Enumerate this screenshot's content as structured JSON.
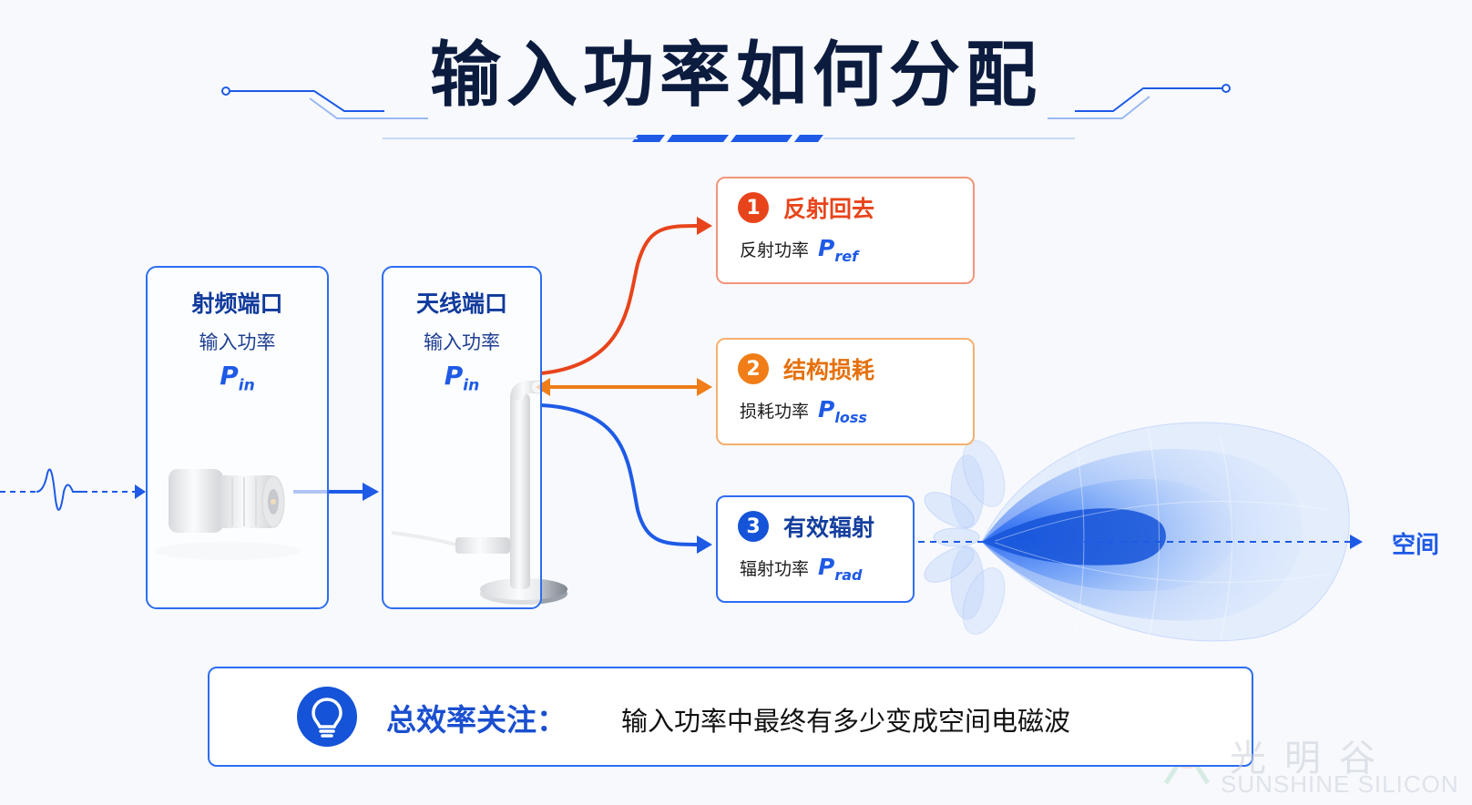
{
  "title": "输入功率如何分配",
  "rf_port": {
    "heading": "射频端口",
    "sub": "输入功率",
    "symbol": "P",
    "subscript": "in"
  },
  "antenna_port": {
    "heading": "天线端口",
    "sub": "输入功率",
    "symbol": "P",
    "subscript": "in"
  },
  "outcomes": [
    {
      "num": "1",
      "title": "反射回去",
      "label": "反射功率",
      "symbol": "P",
      "subscript": "ref",
      "color": "#e8441b"
    },
    {
      "num": "2",
      "title": "结构损耗",
      "label": "损耗功率",
      "symbol": "P",
      "subscript": "loss",
      "color": "#f07d17"
    },
    {
      "num": "3",
      "title": "有效辐射",
      "label": "辐射功率",
      "symbol": "P",
      "subscript": "rad",
      "color": "#1553d8"
    }
  ],
  "space_label": "空间",
  "bottom": {
    "label": "总效率关注：",
    "text": "输入功率中最终有多少变成空间电磁波",
    "icon": "lightbulb-icon"
  },
  "watermark": {
    "cn": "光明谷",
    "en": "SUNSHINE SILICON"
  },
  "colors": {
    "blue": "#1e5ae6",
    "red": "#e8441b",
    "orange": "#f07d17",
    "navy": "#0c1c3f"
  }
}
